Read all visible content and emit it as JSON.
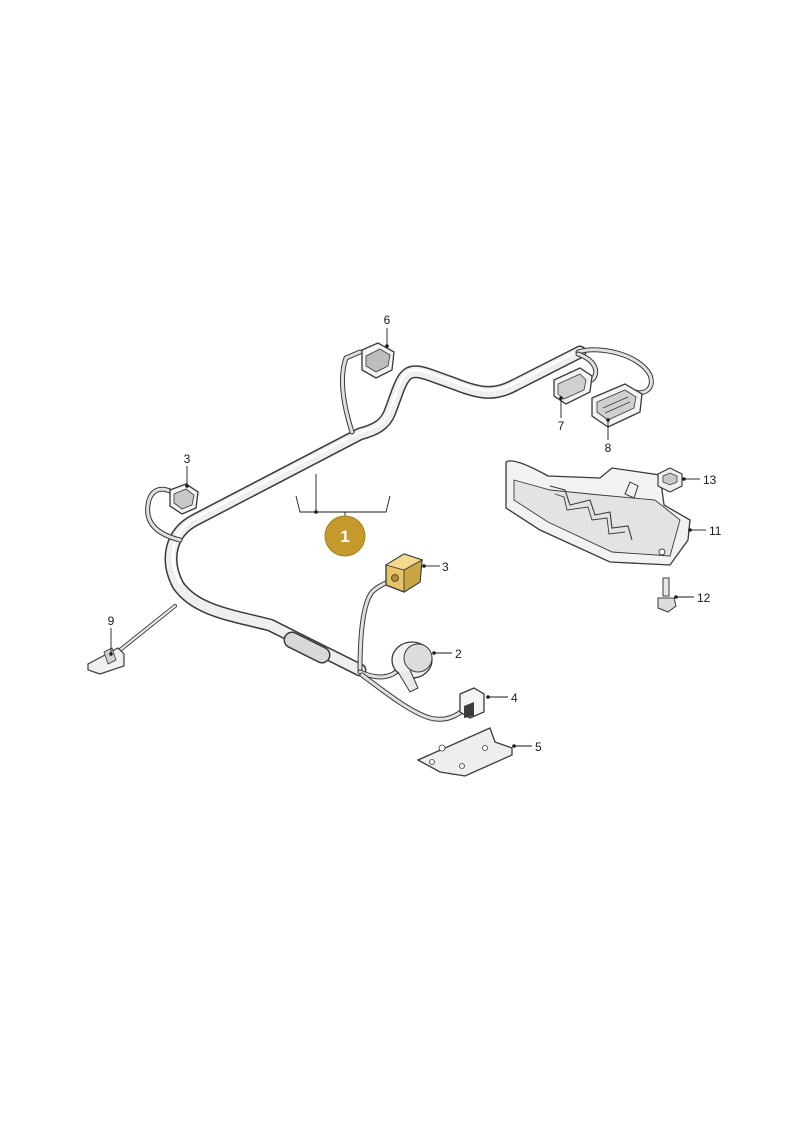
{
  "diagram": {
    "highlight_colors": {
      "badge": "#c49a2c",
      "part": "#e6c466",
      "outline": "#3a3a3a",
      "tube": "#e6e6e6"
    },
    "callouts": {
      "c1": "1",
      "c2": "2",
      "c3a": "3",
      "c3b": "3",
      "c4": "4",
      "c5": "5",
      "c6": "6",
      "c7": "7",
      "c8": "8",
      "c9": "9",
      "c11": "11",
      "c12": "12",
      "c13": "13"
    }
  }
}
